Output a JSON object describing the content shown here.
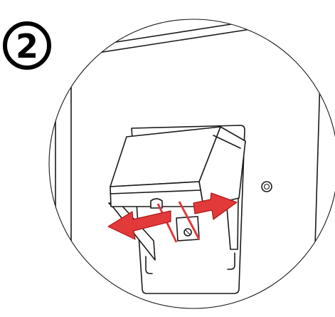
{
  "step": {
    "number": "2"
  },
  "colors": {
    "line": "#1a1a1a",
    "arrow_fill": "#e23a3a",
    "arrow_stroke": "#b01818",
    "background": "#ffffff"
  },
  "icons": {
    "step_badge": "circled-digit-two",
    "arrows": "double-headed-slide-arrows"
  }
}
